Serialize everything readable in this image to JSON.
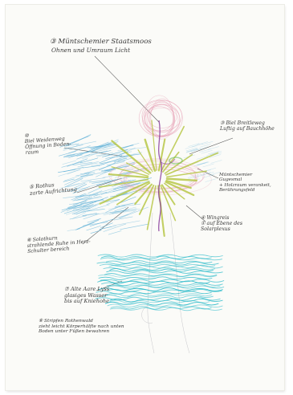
{
  "annotations": [
    {
      "id": "n1",
      "lines": [
        "③ Müntschemier Staatsmoos",
        "Ohnen und Umraum Licht"
      ]
    },
    {
      "id": "n2",
      "lines": [
        "⑩",
        "Biel Weidenweg",
        "Öffnung in Boden-",
        "raum"
      ]
    },
    {
      "id": "n3",
      "lines": [
        "③ Biel Breitleweg",
        "Luftig auf Bauchhöhe"
      ]
    },
    {
      "id": "n4",
      "lines": [
        "Müntschemier",
        "Gugesmal",
        "+ Holzraum verankeit,",
        "Berührungsfeld"
      ]
    },
    {
      "id": "n5",
      "lines": [
        "⑤ Rothus",
        "zarte Aufrichtung"
      ]
    },
    {
      "id": "n6",
      "lines": [
        "④ Wingreis",
        "① auf Ebene des",
        "Solarplexus"
      ]
    },
    {
      "id": "n7",
      "lines": [
        "⑥ Solothurn",
        "strahlende Ruhe in Herz-",
        "Schulter bereich"
      ]
    },
    {
      "id": "n8",
      "lines": [
        "⑦ Alte Aare Lyss",
        "glasiges Wasser",
        "bis auf Kniehohe"
      ]
    },
    {
      "id": "n9",
      "lines": [
        "⑧ Stripfen Rothenwald",
        "zieht leicht Körperhälfte nach unten",
        "Boden unter Füßen bewahren"
      ]
    }
  ],
  "colors": {
    "paper": "#fbfbf8",
    "ink": "#3a3a3a",
    "feather_blue": "#5aaed6",
    "water_teal": "#22b8c8",
    "ray_yellow": "#b4c43c",
    "halo_pink": "#e7a1b6",
    "spine_purple": "#8a3d9c",
    "accent_green": "#6fbe5a"
  }
}
